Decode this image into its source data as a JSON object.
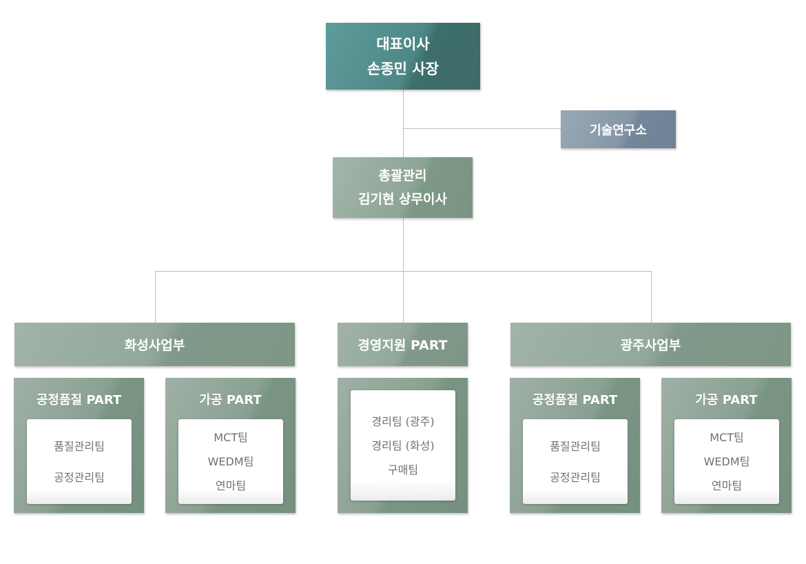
{
  "ceo": {
    "line1": "대표이사",
    "line2": "손종민 사장"
  },
  "lab": {
    "label": "기술연구소"
  },
  "gm": {
    "line1": "총괄관리",
    "line2": "김기현 상무이사"
  },
  "divisions": {
    "hwaseong": "화성사업부",
    "management": "경영지원 PART",
    "gwangju": "광주사업부"
  },
  "parts": {
    "hwaseong_quality": {
      "title": "공정품질 PART",
      "teams": [
        "품질관리팀",
        "공정관리팀"
      ]
    },
    "hwaseong_machining": {
      "title": "가공 PART",
      "teams": [
        "MCT팀",
        "WEDM팀",
        "연마팀"
      ]
    },
    "management": {
      "teams": [
        "경리팀 (광주)",
        "경리팀 (화성)",
        "구매팀"
      ]
    },
    "gwangju_quality": {
      "title": "공정품질 PART",
      "teams": [
        "품질관리팀",
        "공정관리팀"
      ]
    },
    "gwangju_machining": {
      "title": "가공 PART",
      "teams": [
        "MCT팀",
        "WEDM팀",
        "연마팀"
      ]
    }
  }
}
